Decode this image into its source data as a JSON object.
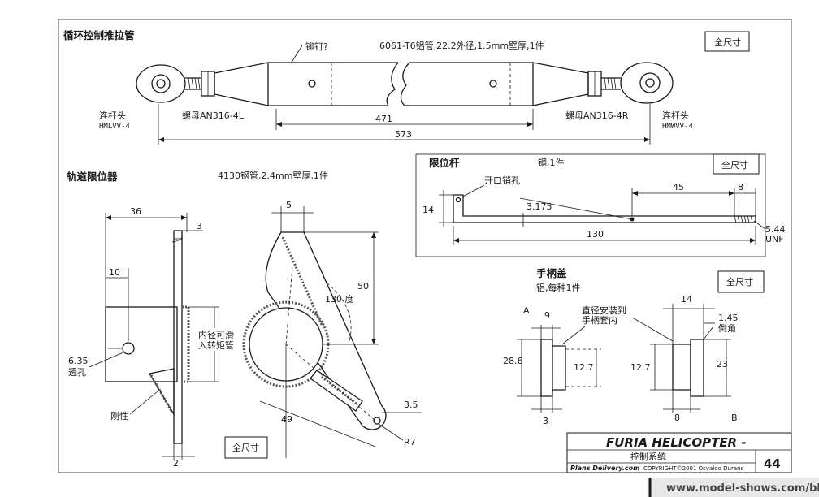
{
  "sections": {
    "pushrod": {
      "title": "循环控制推拉管",
      "scale": "全尺寸",
      "rivet_label": "铆钉?",
      "material": "6061-T6铝管,22.2外径,1.5mm壁厚,1件",
      "left_end_label": "连杆头",
      "left_end_part": "HMLVV-4",
      "right_end_label": "连杆头",
      "right_end_part": "HMWVV-4",
      "left_nut": "螺母AN316-4L",
      "right_nut": "螺母AN316-4R",
      "dim_inner": "471",
      "dim_total": "573"
    },
    "rail_stop": {
      "title": "轨道限位器",
      "material": "4130钢管,2.4mm壁厚,1件",
      "dim_36": "36",
      "dim_3": "3",
      "dim_10": "10",
      "hole_dia": "6.35",
      "hole_label": "透孔",
      "bore_note_1": "内径可滑",
      "bore_note_2": "入转矩管",
      "rigid": "刚性",
      "dim_2": "2",
      "dim_5": "5",
      "dim_50": "50",
      "angle": "130 度",
      "dim_49": "49",
      "dim_3_5": "3.5",
      "radius": "R7",
      "scale": "全尺寸"
    },
    "limit_rod": {
      "title": "限位杆",
      "material": "钢,1件",
      "pin_hole": "开口销孔",
      "dim_14": "14",
      "dim_3175": "3.175",
      "dim_45": "45",
      "dim_8": "8",
      "dim_130": "130",
      "thread_1": "5.44",
      "thread_2": "UNF",
      "scale": "全尺寸"
    },
    "handle_cap": {
      "title": "手柄盖",
      "material": "铝,每种1件",
      "view_a": "A",
      "view_b": "B",
      "fit_note_1": "直径安装到",
      "fit_note_2": "手柄套内",
      "dim_9": "9",
      "dim_28_6": "28.6",
      "dim_12_7_a": "12.7",
      "dim_3": "3",
      "dim_14": "14",
      "dim_1_45": "1.45",
      "chamfer": "倒角",
      "dim_12_7_b": "12.7",
      "dim_23": "23",
      "dim_8": "8",
      "scale": "全尺寸"
    }
  },
  "title_block": {
    "title": "FURIA HELICOPTER -",
    "subtitle": "控制系统",
    "publisher": "Plans Delivery.com",
    "copyright": "COPYRIGHT©2001 Osvaldo Durans",
    "page": "44"
  },
  "watermark": "www.model-shows.com/bbs"
}
